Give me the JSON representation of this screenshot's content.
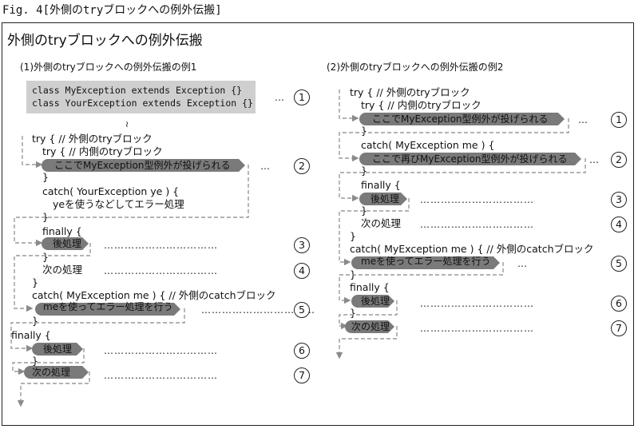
{
  "figure_caption": "Fig. 4[外側のtryブロックへの例外伝搬]",
  "frame_title": "外側のtryブロックへの例外伝搬",
  "example1": {
    "title": "(1)外側のtryブロックへの例外伝搬の例1",
    "class_line1": "class MyException extends Exception {}",
    "class_line2": "class YourException extends Exception {}",
    "ellipsis": "≀",
    "outer_try": "try { // 外側のtryブロック",
    "inner_try": "try { // 内側のtryブロック",
    "throw_text": "ここでMyException型例外が投げられる",
    "close1": "}",
    "catch_your": "catch( YourException ye ) {",
    "ye_handle": "yeを使うなどしてエラー処理",
    "close2": "}",
    "inner_finally": "finally {",
    "post1": "後処理",
    "close3": "}",
    "next1": "次の処理",
    "close4": "}",
    "catch_my": "catch( MyException me ) { // 外側のcatchブロック",
    "me_handle": "meを使ってエラー処理を行う",
    "close5": "}",
    "outer_finally": "finally {",
    "post2": "後処理",
    "close6": "}",
    "next2": "次の処理"
  },
  "example2": {
    "title": "(2)外側のtryブロックへの例外伝搬の例2",
    "outer_try": "try { // 外側のtryブロック",
    "inner_try": "try { // 内側のtryブロック",
    "throw1": "ここでMyException型例外が投げられる",
    "close1": "}",
    "catch_my": "catch( MyException me ) {",
    "throw2": "ここで再びMyException型例外が投げられる",
    "close2": "}",
    "inner_finally": "finally {",
    "post1": "後処理",
    "close3": "}",
    "next1": "次の処理",
    "close4": "}",
    "outer_catch": "catch( MyException me ) { // 外側のcatchブロック",
    "me_handle": "meを使ってエラー処理を行う",
    "close5": "}",
    "outer_finally": "finally {",
    "post2": "後処理",
    "close6": "}",
    "next2": "次の処理"
  },
  "markers": {
    "dots": "…",
    "long_dots": "……………………………",
    "c1": "1",
    "c2": "2",
    "c3": "3",
    "c4": "4",
    "c5": "5",
    "c6": "6",
    "c7": "7"
  },
  "colors": {
    "arrow": "#7a7a7a",
    "dash": "#9a9a9a",
    "classbox": "#cfcfcf"
  }
}
